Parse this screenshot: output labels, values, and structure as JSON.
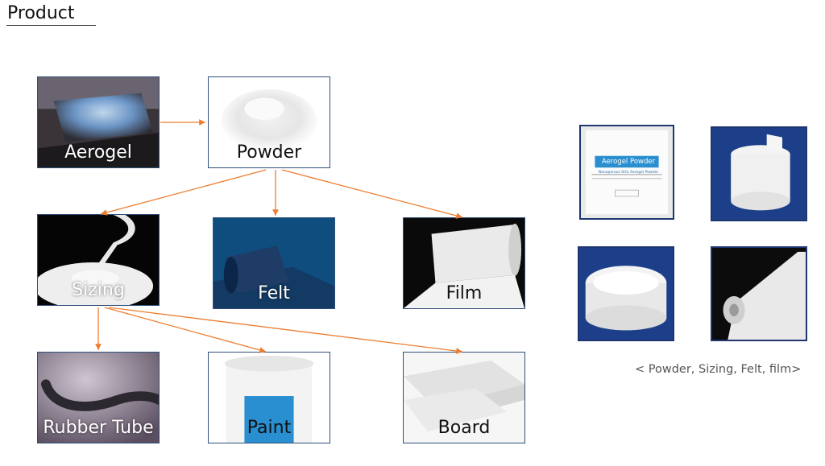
{
  "page": {
    "title": "Product"
  },
  "flow": {
    "aerogel": "Aerogel",
    "powder": "Powder",
    "sizing": "Sizing",
    "felt": "Felt",
    "film": "Film",
    "rubber_tube": "Rubber Tube",
    "paint": "Paint",
    "board": "Board"
  },
  "samples": {
    "bag_title": "Aerogel Powder",
    "bag_subtitle": "Nanoporous SiO₂ Aerogel Powder",
    "caption": "<  Powder, Sizing, Felt, film>"
  },
  "colors": {
    "arrow": "#ed7d31",
    "border": "#2f4f7a",
    "thumb_border": "#1e3570",
    "bag_band": "#2a8fd0"
  }
}
